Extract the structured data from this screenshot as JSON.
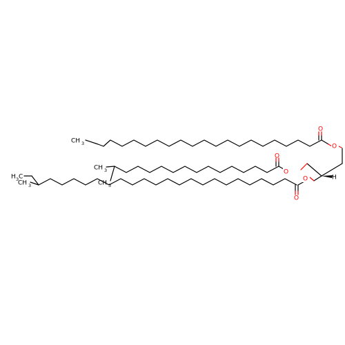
{
  "figure": {
    "kind": "skeletal-formula",
    "background": "#ffffff",
    "bond_color": "#000000"
  },
  "atom_colors": {
    "C": "#000000",
    "O": "#ff0000",
    "H": "#000000"
  },
  "labels": {
    "oxygen": "O",
    "hydrogen": "H",
    "ch": "CH",
    "h3c": "H",
    "three": "3",
    "c": "C"
  }
}
